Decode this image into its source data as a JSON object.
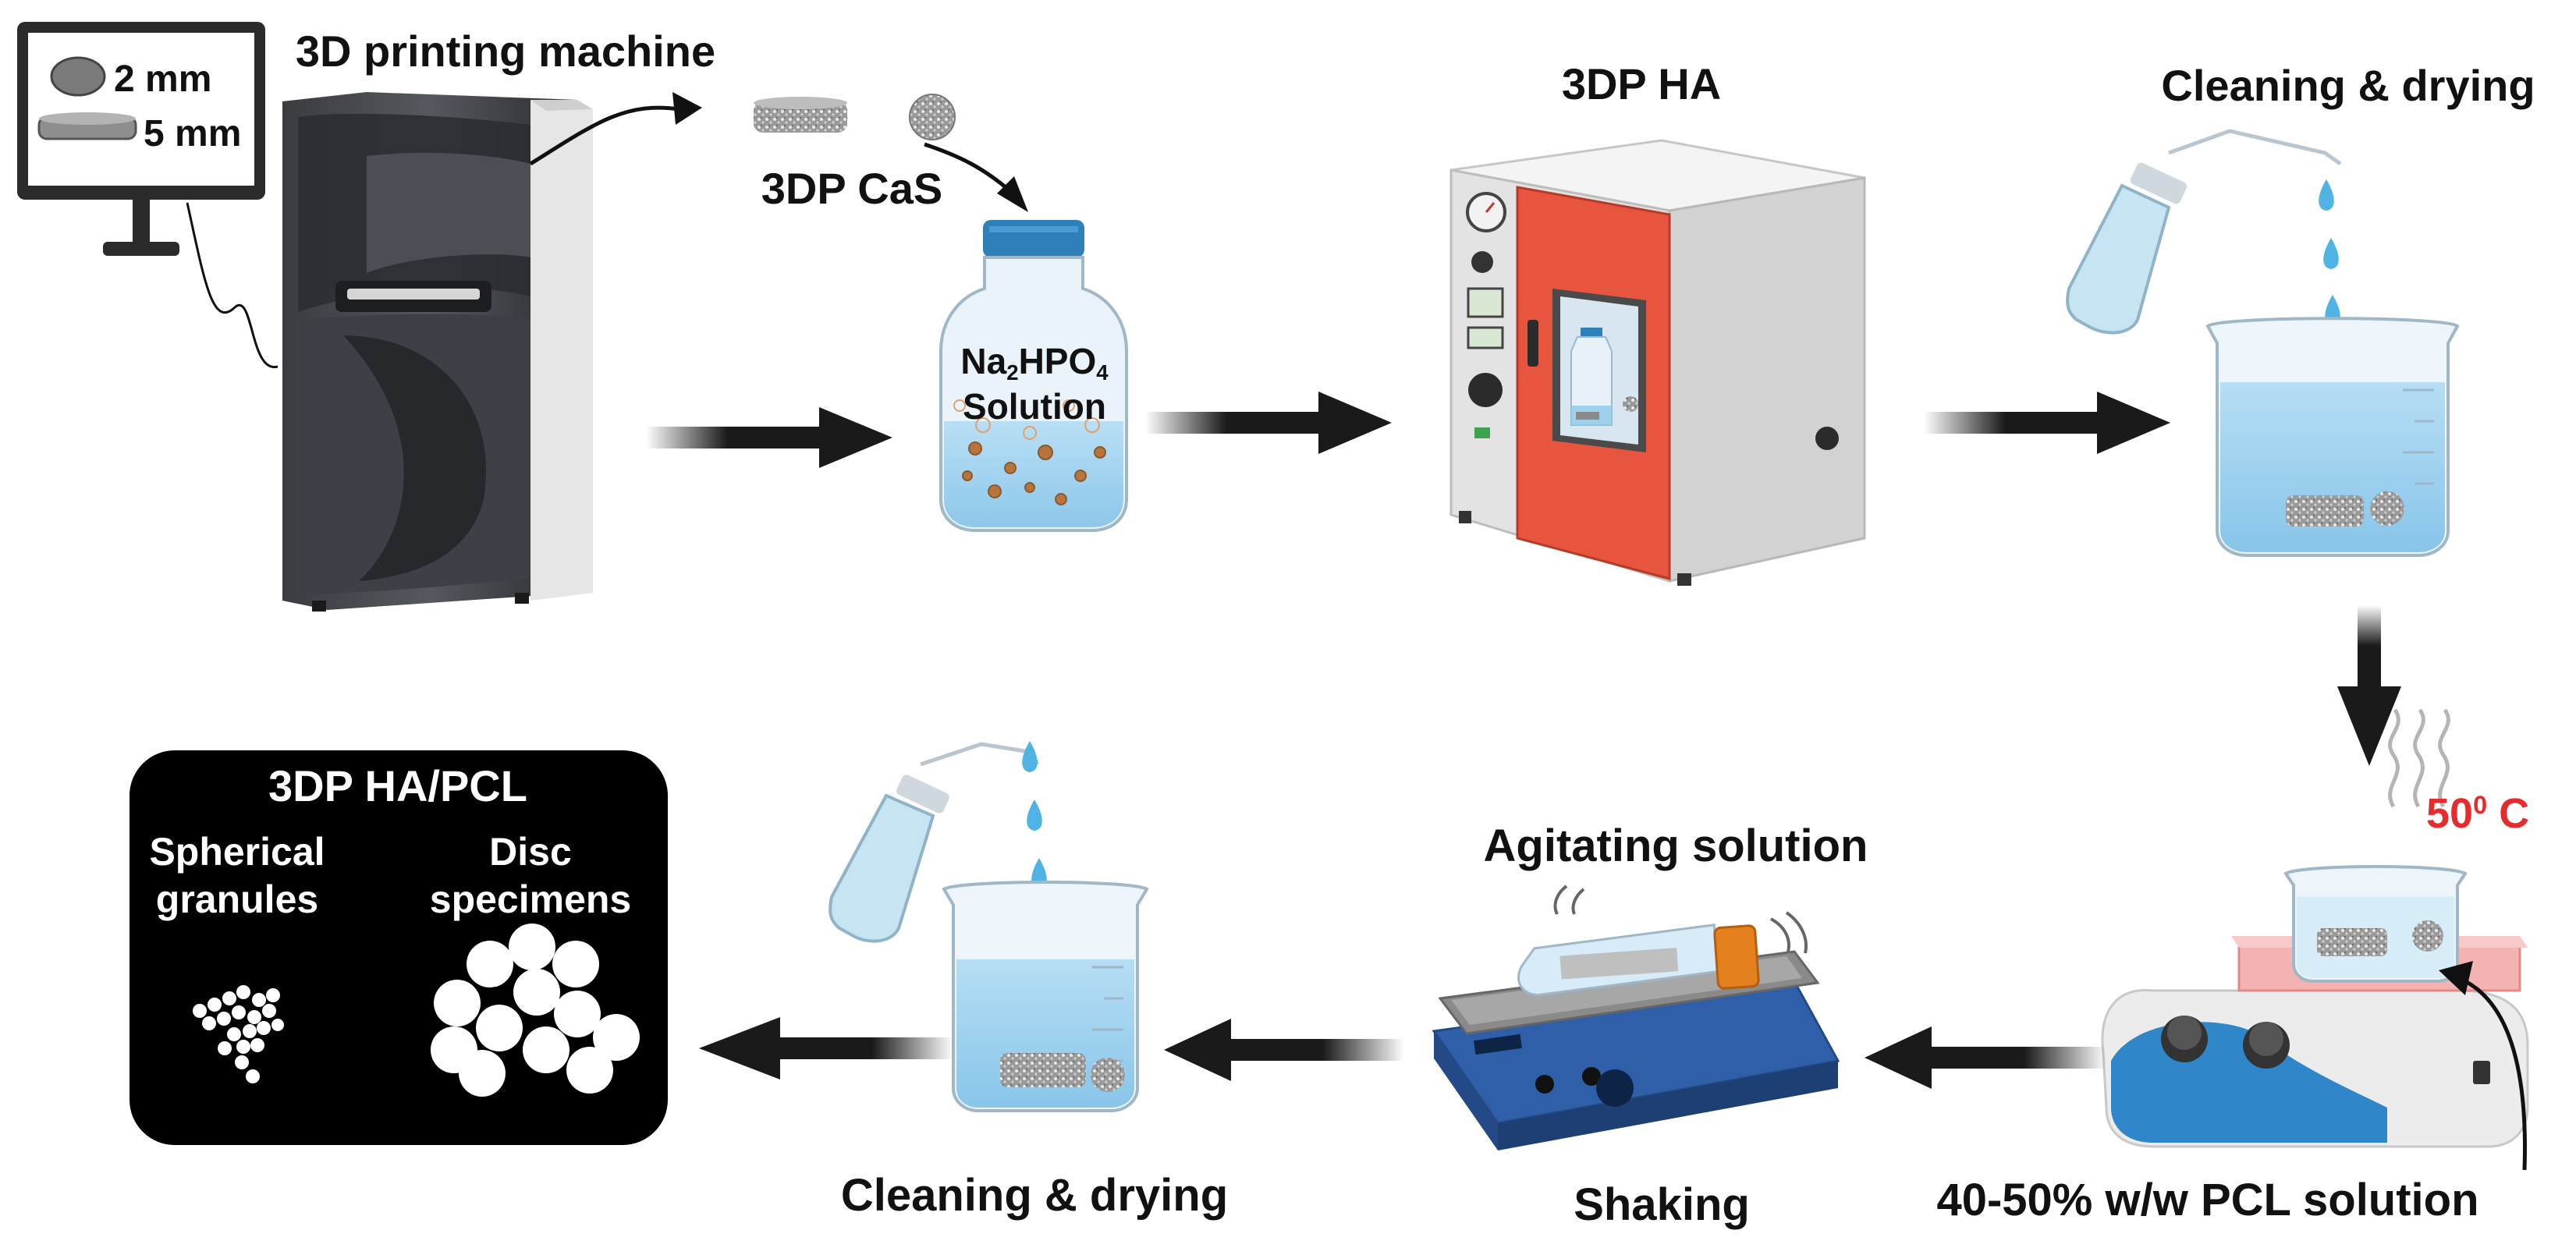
{
  "labels": {
    "printer": "3D printing machine",
    "size_2mm": "2 mm",
    "size_5mm": "5 mm",
    "cas": "3DP CaS",
    "solution_na2": "Na",
    "solution_sub2": "2",
    "solution_hpo": "HPO",
    "solution_sub4": "4",
    "solution_word": "Solution",
    "ha": "3DP HA",
    "clean1": "Cleaning & drying",
    "temp_value": "50",
    "temp_sup": "0",
    "temp_unit": " C",
    "pcl": "40-50% w/w PCL solution",
    "agitating": "Agitating solution",
    "shaking": "Shaking",
    "clean2": "Cleaning & drying",
    "result_title": "3DP HA/PCL",
    "spherical": "Spherical\ngranules",
    "disc": "Disc\nspecimens"
  },
  "colors": {
    "arrow": "#1a1a1a",
    "oven_door": "#e8553e",
    "bottle_cap": "#2f7fb8",
    "hotplate_blue": "#2f86c8",
    "hotplate_pink": "#f4b2b2",
    "temp_red": "#e52b2b",
    "tube_cap": "#e5801f",
    "shaker_blue": "#2f5fa8"
  }
}
